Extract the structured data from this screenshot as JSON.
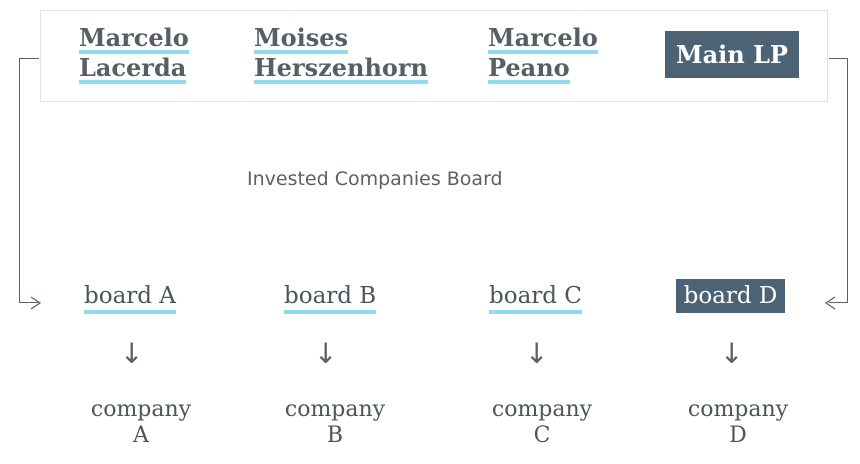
{
  "investors": [
    {
      "line1": "Marcelo",
      "line2": "Lacerda"
    },
    {
      "line1": "Moises",
      "line2": "Herszenhorn"
    },
    {
      "line1": "Marcelo",
      "line2": "Peano"
    }
  ],
  "main_lp": "Main LP",
  "board_title": "Invested Companies Board",
  "boards": [
    "board A",
    "board B",
    "board C",
    "board D"
  ],
  "companies": [
    {
      "line1": "company",
      "line2": "A"
    },
    {
      "line1": "company",
      "line2": "B"
    },
    {
      "line1": "company",
      "line2": "C"
    },
    {
      "line1": "company",
      "line2": "D"
    }
  ],
  "arrow_symbol": "↓",
  "colors": {
    "accent_underline": "#8fdcef",
    "highlight_box": "#4c6376"
  }
}
